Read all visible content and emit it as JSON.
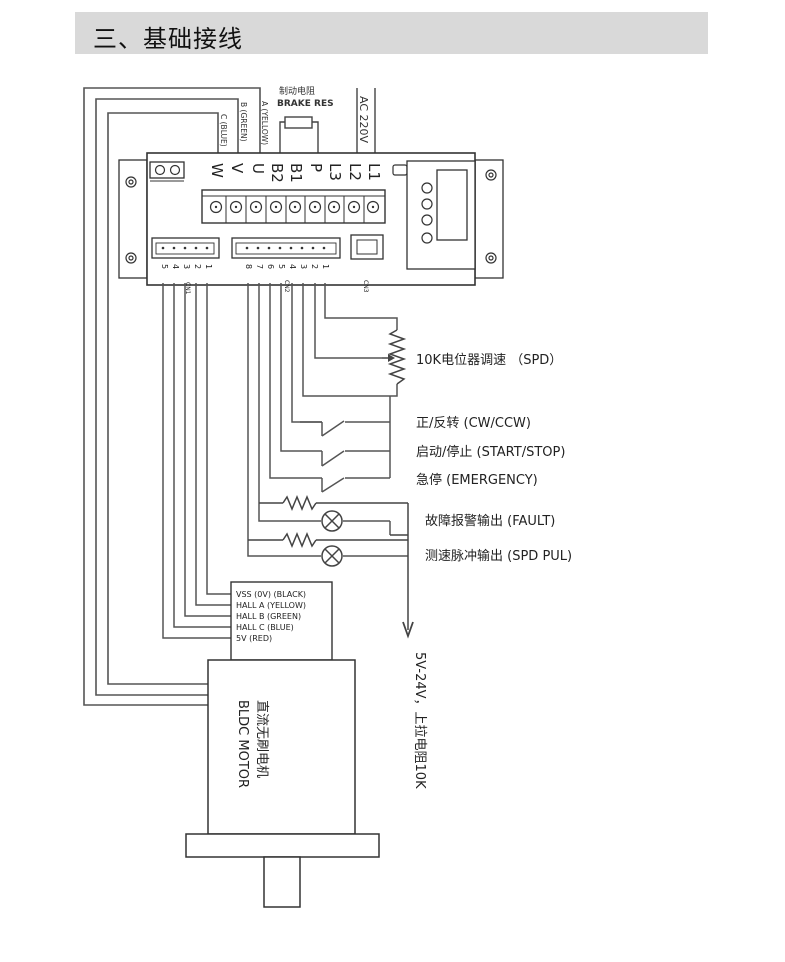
{
  "header": {
    "title": "三、基础接线"
  },
  "brake_resistor": {
    "label_cn": "制动电阻",
    "label_en": "BRAKE RES"
  },
  "power": {
    "label": "AC 220V"
  },
  "motor_phases": {
    "a": "A (YELLOW)",
    "b": "B (GREEN)",
    "c": "C (BLUE)"
  },
  "terminals": [
    "W",
    "V",
    "U",
    "B2",
    "B1",
    "P",
    "L3",
    "L2",
    "L1"
  ],
  "connectors": {
    "cn1": "CN1",
    "cn2": "CN2",
    "cn3": "CN3",
    "cn1_pins": [
      "5",
      "4",
      "3",
      "2",
      "1"
    ],
    "cn2_pins": [
      "8",
      "7",
      "6",
      "5",
      "4",
      "3",
      "2",
      "1"
    ]
  },
  "controls": {
    "potentiometer": "10K电位器调速 （SPD）",
    "direction": "正/反转 (CW/CCW)",
    "start_stop": "启动/停止 (START/STOP)",
    "emergency": "急停 (EMERGENCY)",
    "fault": "故障报警输出 (FAULT)",
    "speed_pulse": "测速脉冲输出 (SPD PUL)"
  },
  "pullup_note": "5V-24V，上拉电阻10K",
  "hall": {
    "vss": "VSS (0V) (BLACK)",
    "hall_a": "HALL A (YELLOW)",
    "hall_b": "HALL B (GREEN)",
    "hall_c": "HALL C (BLUE)",
    "v5": "5V (RED)"
  },
  "motor": {
    "label_cn": "直流无刷电机",
    "label_en": "BLDC MOTOR"
  }
}
